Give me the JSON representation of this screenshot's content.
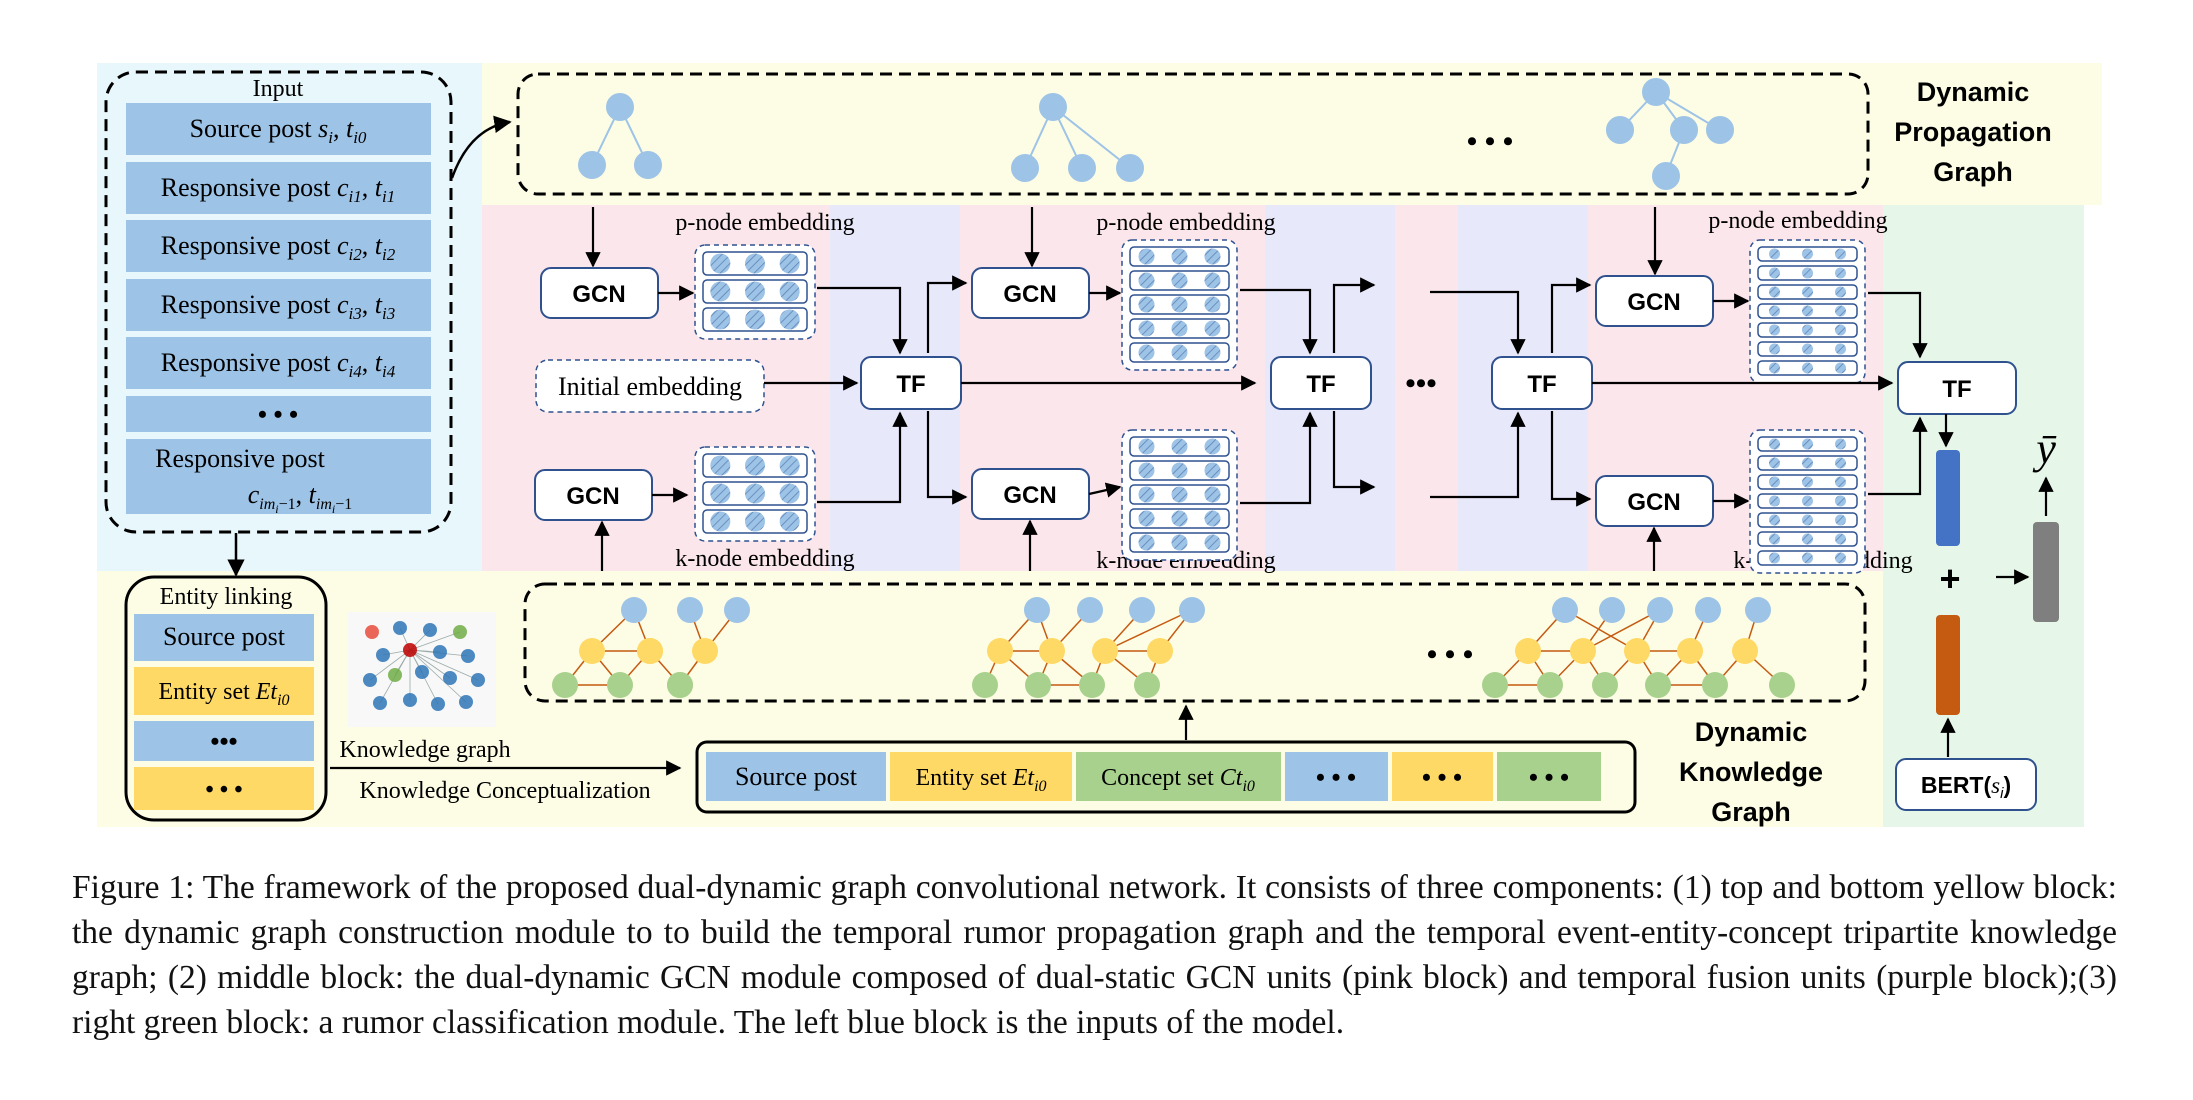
{
  "input_panel": {
    "title": "Input",
    "rows": [
      {
        "text": "Source post ",
        "math": "s_i, t_i0"
      },
      {
        "text": "Responsive post ",
        "math": "c_i1, t_i1"
      },
      {
        "text": "Responsive post ",
        "math": "c_i2, t_i2"
      },
      {
        "text": "Responsive post ",
        "math": "c_i3, t_i3"
      },
      {
        "text": "Responsive post ",
        "math": "c_i4, t_i4"
      },
      {
        "text": "• • •",
        "math": ""
      },
      {
        "text": "Responsive post",
        "math": "c_im_i−1, t_im_i−1"
      }
    ]
  },
  "entity_panel": {
    "title": "Entity  linking",
    "rows": [
      "Source post",
      "Entity set Et_i0",
      "•••",
      "• • •"
    ]
  },
  "labels": {
    "dynamic_propagation_graph": [
      "Dynamic",
      "Propagation",
      "Graph"
    ],
    "dynamic_knowledge_graph": [
      "Dynamic",
      "Knowledge",
      "Graph"
    ],
    "p_node_embedding": "p-node embedding",
    "k_node_embedding": "k-node embedding",
    "gcn": "GCN",
    "tf": "TF",
    "initial_embedding": "Initial embedding",
    "ellipsis": "• • •",
    "knowledge_graph": "Knowledge graph",
    "knowledge_conceptualization": "Knowledge Conceptualization",
    "bert": "BERT(s_i)",
    "plus": "+",
    "y_bar": "ȳ"
  },
  "concept_bar": [
    "Source post",
    "Entity set Et_i0",
    "Concept set Ct_i0",
    "• • •",
    "• • •",
    "• • •"
  ],
  "colors": {
    "light_blue_bg": "#e8f7fc",
    "light_yellow_bg": "#fdfde6",
    "pink_bg": "#fbe6ec",
    "purple_bg": "#e8e8fb",
    "green_bg": "#e6f7e9",
    "blue_node": "#9dc3e6",
    "yellow_node": "#ffd966",
    "green_node": "#a9d18e",
    "blue_bar": "#4472c4",
    "orange_bar": "#c55a11",
    "gray_bar": "#7f7f7f",
    "box_border": "#2f528f"
  },
  "caption": "Figure 1: The framework of the proposed dual-dynamic graph convolutional network. It consists of three components: (1) top and bottom yellow block: the dynamic graph construction module to to build the temporal rumor propagation graph and the temporal event-entity-concept tripartite knowledge graph; (2) middle block: the dual-dynamic GCN module composed of dual-static GCN units (pink block) and temporal fusion units (purple block);(3) right green block: a rumor classification module. The left blue block is the inputs of the model."
}
